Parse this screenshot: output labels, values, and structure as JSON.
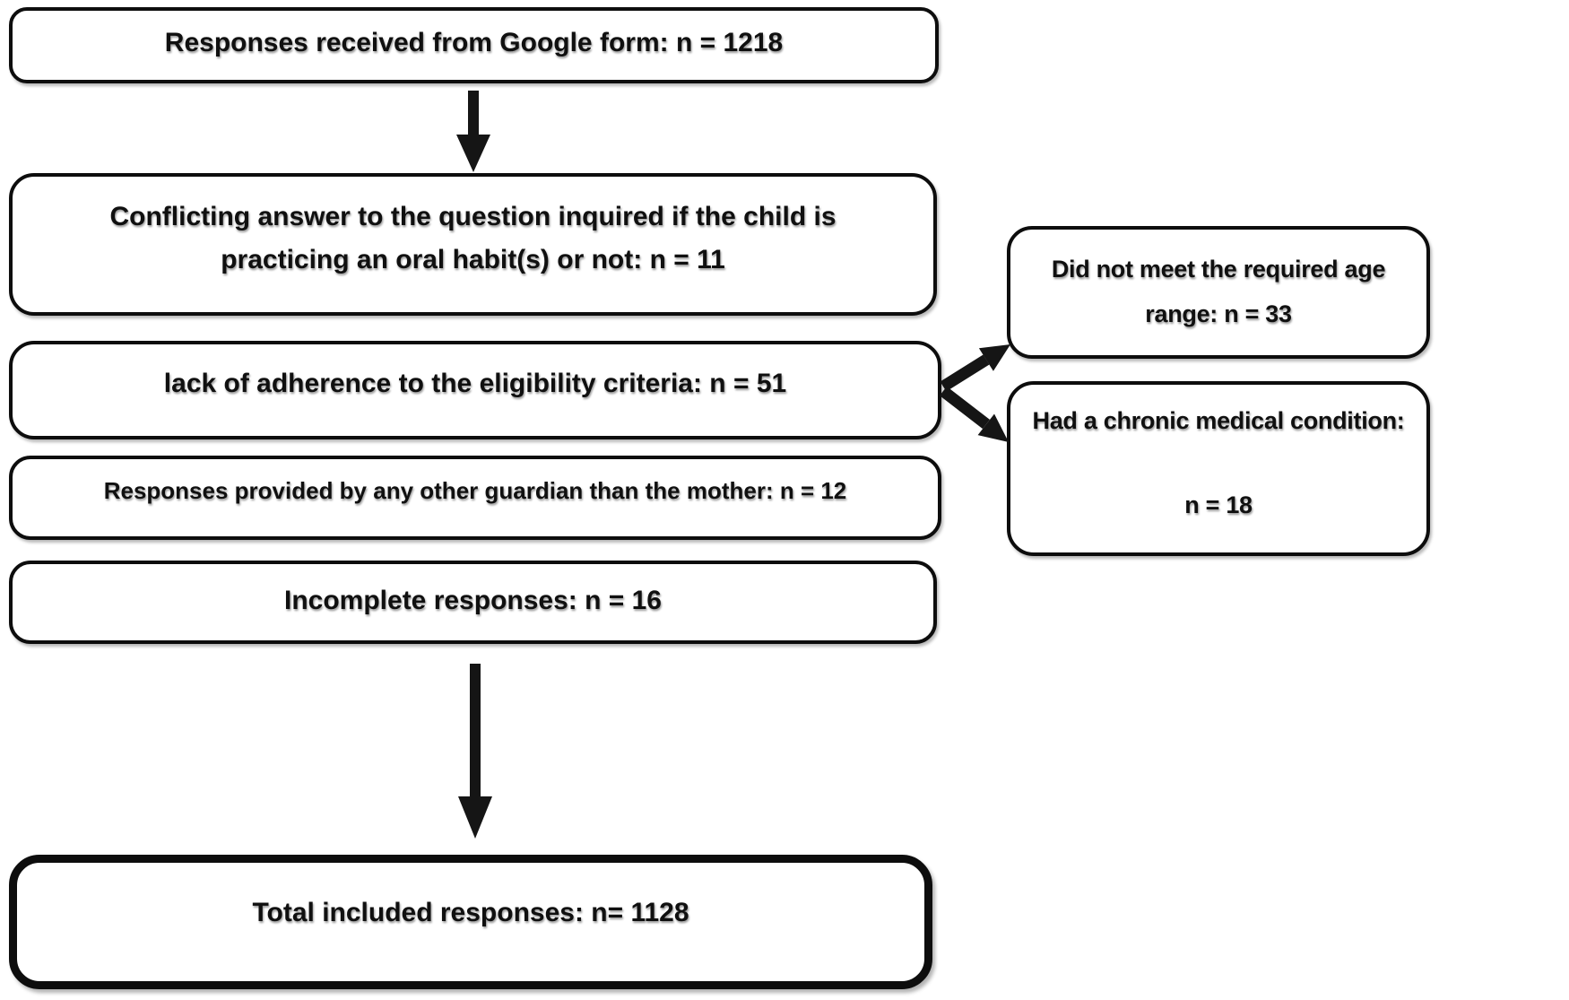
{
  "flowchart": {
    "nodes": {
      "received": {
        "text": "Responses received from Google form: n = 1218"
      },
      "conflicting": {
        "line1": "Conflicting answer to the question inquired if the child is",
        "line2": "practicing an oral habit(s) or not: n = 11"
      },
      "eligibility": {
        "text": "lack of adherence to the eligibility criteria: n = 51"
      },
      "guardian": {
        "text": "Responses provided by any other guardian than the mother: n = 12"
      },
      "incomplete": {
        "text": "Incomplete responses: n = 16"
      },
      "total": {
        "text": "Total included responses: n= 1128"
      },
      "age_range": {
        "line1": "Did not meet the required age",
        "line2": "range: n = 33"
      },
      "chronic": {
        "line1": "Had a chronic medical condition:",
        "line2": "n = 18"
      }
    },
    "colors": {
      "ink": "#0d0d0d",
      "background": "#ffffff"
    }
  }
}
